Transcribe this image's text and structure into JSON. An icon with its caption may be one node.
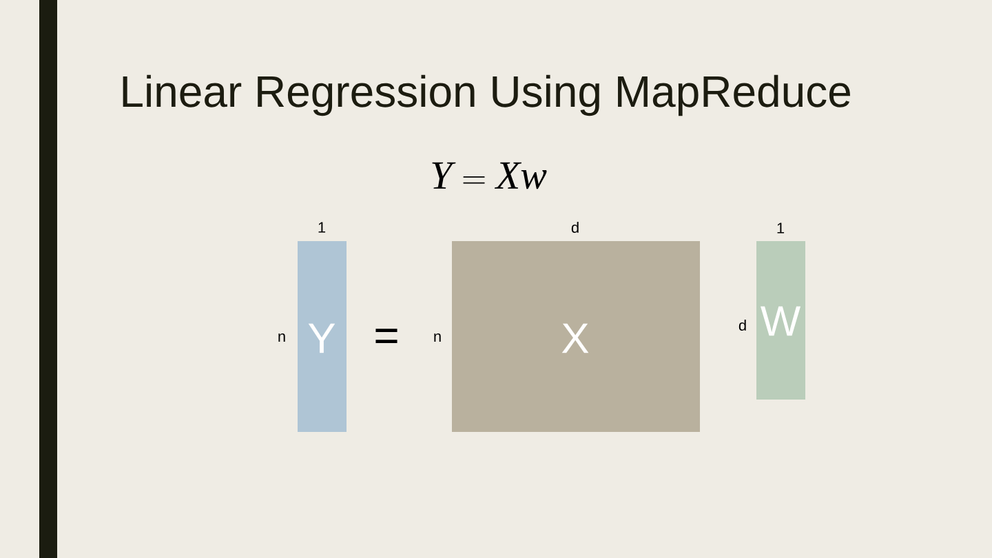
{
  "diagram": {
    "title": "Linear Regression Using MapReduce",
    "nodes": [
      {
        "text": [],
        "shape": "bar"
      },
      {
        "text": [
          "Y"
        ],
        "beside": [
          "1",
          "n"
        ]
      },
      {
        "text": [
          "X"
        ],
        "beside": [
          "d",
          "n"
        ]
      },
      {
        "text": [
          "W"
        ],
        "beside": [
          "1",
          "d"
        ]
      }
    ],
    "labels": [
      "Y = Xw",
      "="
    ]
  }
}
